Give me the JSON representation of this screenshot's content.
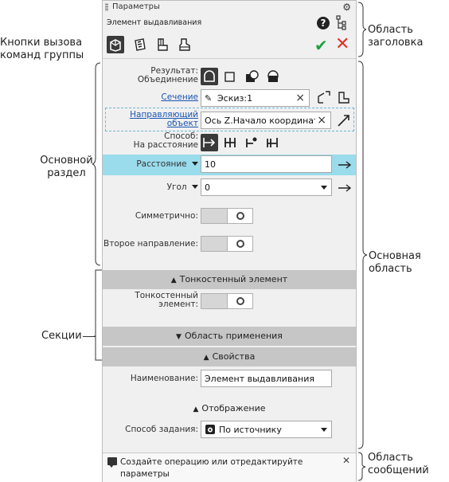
{
  "panel": {
    "title": "Параметры",
    "subtitle": "Элемент выдавливания"
  },
  "icons": {
    "gear": "gear-icon",
    "help": "help-icon",
    "tree": "tree-icon",
    "ok": "checkmark-icon",
    "cancel": "close-icon"
  },
  "help_glyph": "?",
  "ok_glyph": "✔",
  "cancel_glyph": "✕",
  "form": {
    "result_label_1": "Результат:",
    "result_label_2": "Объединение",
    "section_link": "Сечение",
    "section_value": "Эскиз:1",
    "guide_link_1": "Направляющий",
    "guide_link_2": "объект",
    "guide_value": "Ось Z.Начало координат",
    "method_label_1": "Способ:",
    "method_label_2": "На расстояние",
    "distance_label": "Расстояние",
    "distance_value": "10",
    "angle_label": "Угол",
    "angle_value": "0",
    "symmetric_label": "Симметрично:",
    "second_direction_label": "Второе направление:",
    "thinwall_label_1": "Тонкостенный",
    "thinwall_label_2": "элемент:",
    "name_label": "Наименование:",
    "name_value": "Элемент выдавливания",
    "method_set_label": "Способ задания:",
    "method_set_value": "По источнику"
  },
  "sections": {
    "thinwall": "Тонкостенный элемент",
    "scope": "Область применения",
    "properties": "Свойства",
    "display": "Отображение"
  },
  "message": "Создайте операцию или отредактируйте параметры",
  "annotations": {
    "header_area_1": "Область",
    "header_area_2": "заголовка",
    "group_buttons_1": "Кнопки вызова",
    "group_buttons_2": "команд группы",
    "main_section_1": "Основной",
    "main_section_2": "раздел",
    "main_area_1": "Основная",
    "main_area_2": "область",
    "sections": "Секции",
    "message_area_1": "Область",
    "message_area_2": "сообщений"
  },
  "colors": {
    "highlight": "#9adcec",
    "ok": "#1aa340",
    "cancel": "#e0342a",
    "link": "#1a55b4"
  }
}
